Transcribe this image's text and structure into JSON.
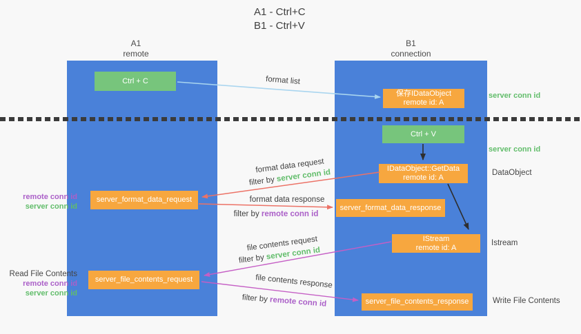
{
  "title": {
    "line1": "A1 - Ctrl+C",
    "line2": "B1 - Ctrl+V"
  },
  "lanes": {
    "left": {
      "name": "A1",
      "subtitle": "remote"
    },
    "right": {
      "name": "B1",
      "subtitle": "connection"
    }
  },
  "nodes": {
    "ctrl_c": "Ctrl + C",
    "ctrl_v": "Ctrl + V",
    "save_dataobject": {
      "line1": "保存IDataObject",
      "line2": "remote id: A"
    },
    "getdata": {
      "line1": "IDataObject::GetData",
      "line2": "remote id: A"
    },
    "istream": {
      "line1": "IStream",
      "line2": "remote id: A"
    },
    "format_data_request": "server_format_data_request",
    "format_data_response": "server_format_data_response",
    "file_contents_request": "server_file_contents_request",
    "file_contents_response": "server_file_contents_response"
  },
  "flow_labels": {
    "format_list": "format list",
    "format_data_request": "format data request",
    "format_data_response": "format data response",
    "file_contents_request": "file contents request",
    "file_contents_response": "file contents response",
    "filter_by": "filter by",
    "server_conn_id": "server conn id",
    "remote_conn_id": "remote conn id"
  },
  "side_labels": {
    "right_server_conn_id_top": "server conn id",
    "right_server_conn_id_mid": "server conn id",
    "dataobject": "DataObject",
    "istream": "Istream",
    "write_file_contents": "Write File Contents",
    "read_file_contents": "Read File Contents",
    "left_remote_conn_id_top": "remote conn id",
    "left_server_conn_id_top": "server conn id",
    "left_remote_conn_id_bottom": "remote conn id",
    "left_server_conn_id_bottom": "server conn id"
  },
  "colors": {
    "lane_blue": "#4a81d9",
    "node_orange": "#f7a73f",
    "node_green": "#77c57c",
    "arrow_light_blue": "#a9d5ef",
    "arrow_red": "#ec7266",
    "arrow_magenta": "#c55fc5",
    "arrow_black": "#2e2e2e",
    "label_green": "#62bd6b",
    "label_purple": "#ab60c8",
    "text_dark": "#3f3f3f",
    "background": "#f8f8f8"
  }
}
